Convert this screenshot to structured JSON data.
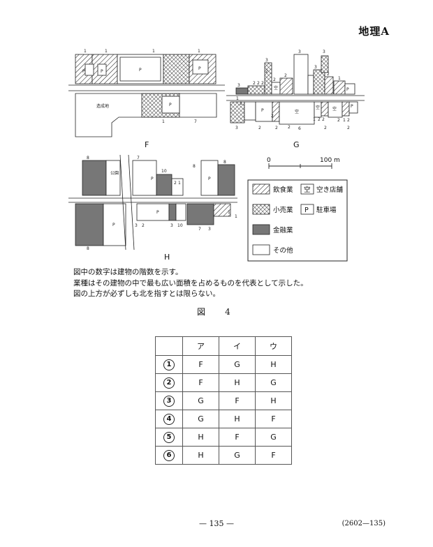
{
  "header": {
    "title": "地理A"
  },
  "figure": {
    "map_labels": {
      "F": "F",
      "G": "G",
      "H": "H"
    },
    "scale_bar": {
      "start": "0",
      "end": "100 m"
    },
    "park_label": "公園",
    "building_label": "造成地",
    "parking_mark": "P",
    "vacant_mark": "空",
    "legend": [
      {
        "label": "飲食業",
        "pattern": "diagonal-hatch"
      },
      {
        "label": "空き店舗",
        "pattern": "box-空"
      },
      {
        "label": "小売業",
        "pattern": "cross-hatch"
      },
      {
        "label": "駐車場",
        "pattern": "box-P"
      },
      {
        "label": "金融業",
        "pattern": "dark-gray"
      },
      {
        "label": "その他",
        "pattern": "white"
      }
    ],
    "floor_numbers": {
      "F": [
        "1",
        "1",
        "1",
        "1",
        "1",
        "7"
      ],
      "G": [
        "3",
        "3",
        "3",
        "2",
        "2",
        "2",
        "2",
        "2",
        "2",
        "3",
        "3",
        "2",
        "1",
        "1",
        "1",
        "3",
        "2",
        "2",
        "2",
        "1",
        "2",
        "2",
        "2",
        "2",
        "1",
        "2",
        "2",
        "6",
        "2"
      ],
      "H": [
        "8",
        "7",
        "10",
        "2",
        "1",
        "8",
        "8",
        "3",
        "2",
        "3",
        "10",
        "7",
        "3",
        "1",
        "1",
        "8"
      ]
    },
    "notes": [
      "図中の数字は建物の階数を示す。",
      "業種はその建物の中で最も広い面積を占めるものを代表として示した。",
      "図の上方が必ずしも北を指すとは限らない。"
    ],
    "caption": "図　4"
  },
  "answer_table": {
    "headers": [
      "",
      "ア",
      "イ",
      "ウ"
    ],
    "rows": [
      {
        "num": "1",
        "cells": [
          "F",
          "G",
          "H"
        ]
      },
      {
        "num": "2",
        "cells": [
          "F",
          "H",
          "G"
        ]
      },
      {
        "num": "3",
        "cells": [
          "G",
          "F",
          "H"
        ]
      },
      {
        "num": "4",
        "cells": [
          "G",
          "H",
          "F"
        ]
      },
      {
        "num": "5",
        "cells": [
          "H",
          "F",
          "G"
        ]
      },
      {
        "num": "6",
        "cells": [
          "H",
          "G",
          "F"
        ]
      }
    ]
  },
  "footer": {
    "page": "— 135 —",
    "code": "(2602—135)"
  }
}
